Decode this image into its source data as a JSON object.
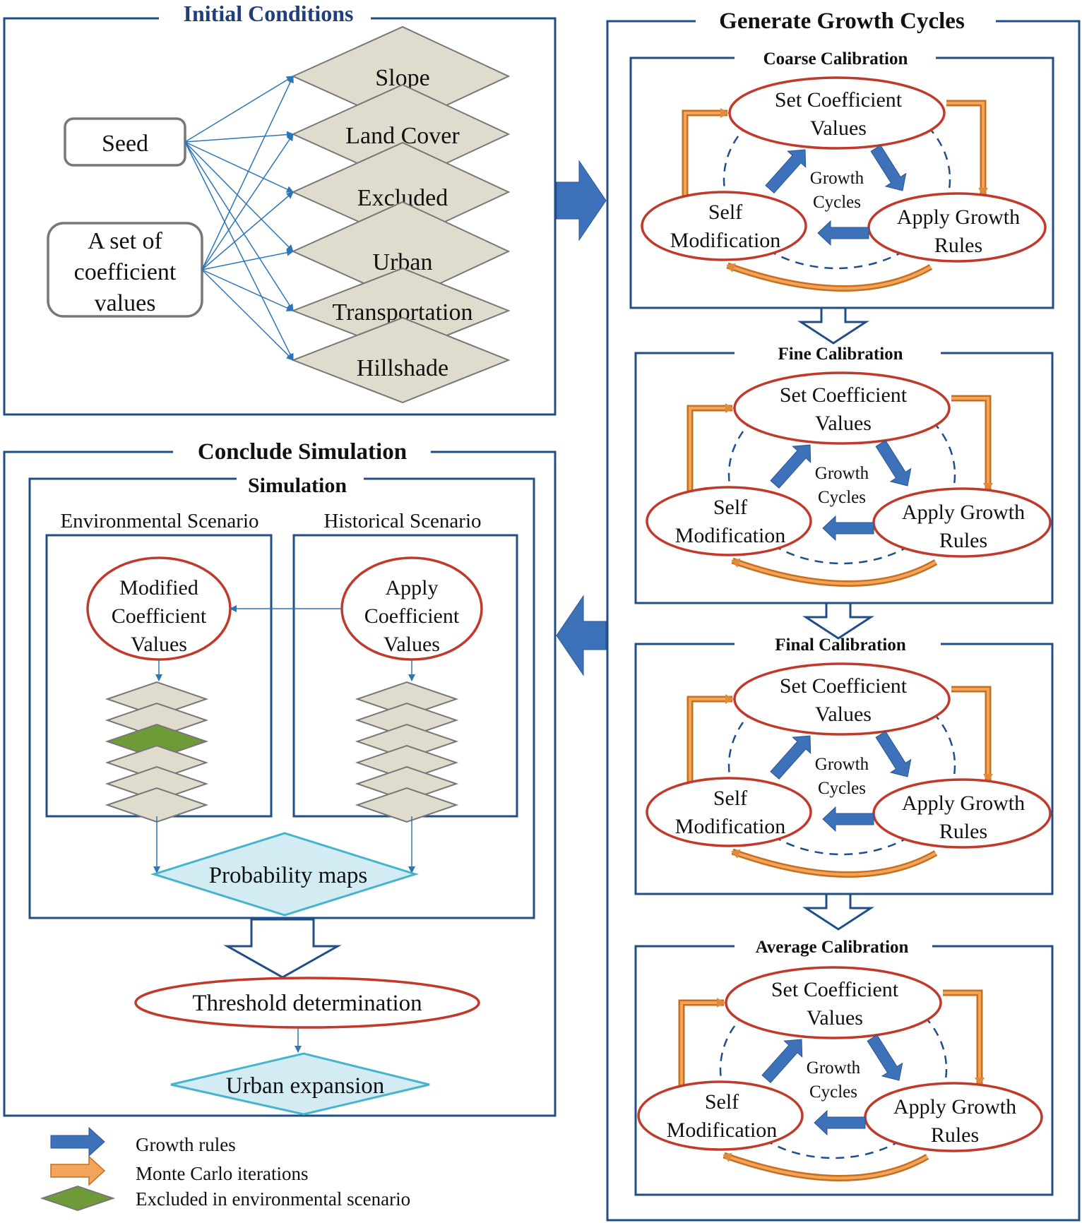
{
  "initial": {
    "title": "Initial Conditions",
    "seed": "Seed",
    "coef": [
      "A set of",
      "coefficient",
      "values"
    ],
    "layers": [
      "Slope",
      "Land Cover",
      "Excluded",
      "Urban",
      "Transportation",
      "Hillshade"
    ]
  },
  "growth": {
    "title": "Generate Growth Cycles",
    "panels": [
      {
        "title": "Coarse Calibration"
      },
      {
        "title": "Fine Calibration"
      },
      {
        "title": "Final Calibration"
      },
      {
        "title": "Average Calibration"
      }
    ],
    "set_coef": [
      "Set Coefficient",
      "Values"
    ],
    "self_mod": [
      "Self",
      "Modification"
    ],
    "apply_rules": [
      "Apply Growth",
      "Rules"
    ],
    "cycles": [
      "Growth",
      "Cycles"
    ]
  },
  "conclude": {
    "title": "Conclude Simulation",
    "simulation": "Simulation",
    "env_title": "Environmental  Scenario",
    "hist_title": "Historical  Scenario",
    "modified": [
      "Modified",
      "Coefficient",
      "Values"
    ],
    "apply": [
      "Apply",
      "Coefficient",
      "Values"
    ],
    "probability": "Probability maps",
    "threshold": "Threshold determination",
    "urban": "Urban expansion"
  },
  "legend": {
    "items": [
      {
        "label": "Growth rules",
        "color": "#3d72bb"
      },
      {
        "label": "Monte Carlo  iterations",
        "color": "#f0a45c"
      },
      {
        "label": "Excluded in environmental scenario",
        "color": "#6e9a38"
      }
    ]
  }
}
